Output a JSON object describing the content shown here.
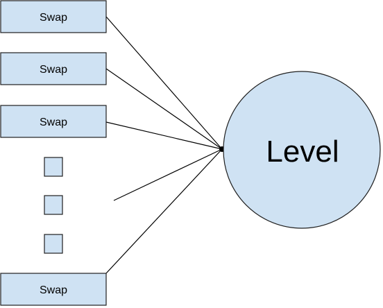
{
  "diagram": {
    "swap_nodes": [
      {
        "label": "Swap"
      },
      {
        "label": "Swap"
      },
      {
        "label": "Swap"
      },
      {
        "label": "Swap"
      }
    ],
    "level_node": {
      "label": "Level"
    },
    "ellipsis_squares_count": 3
  },
  "colors": {
    "box_fill": "#cfe2f3",
    "box_stroke": "#1f1f1f",
    "edge": "#000000"
  }
}
